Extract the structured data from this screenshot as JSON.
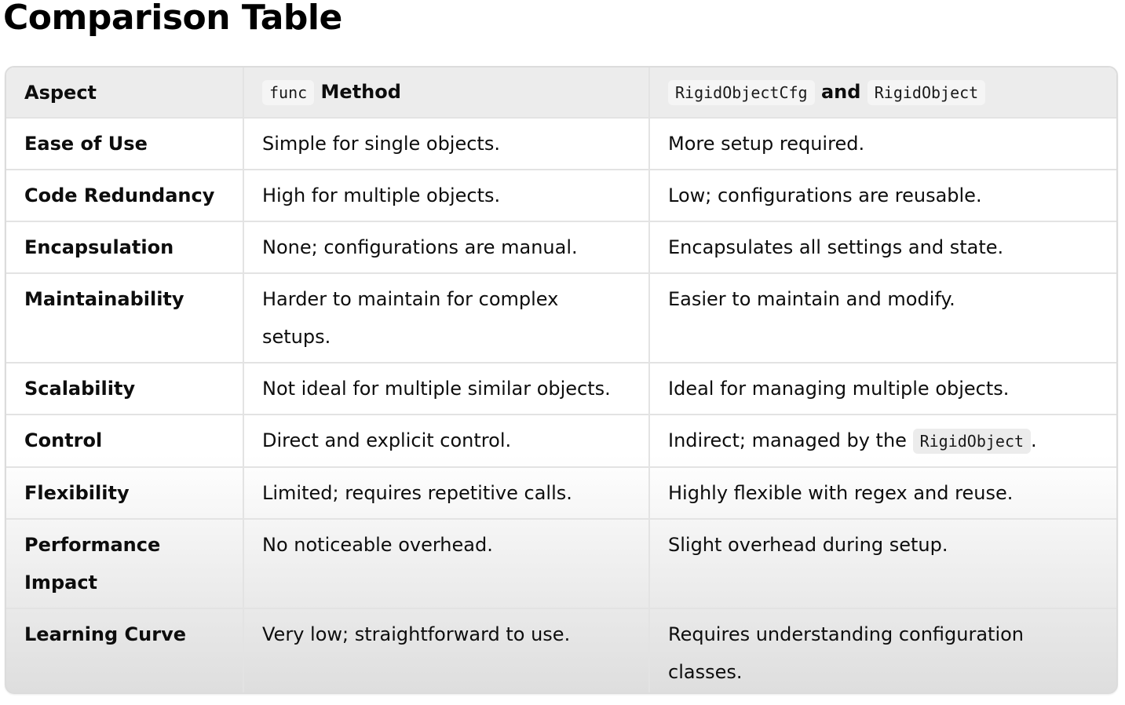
{
  "title": "Comparison Table",
  "header": {
    "aspect": "Aspect",
    "col2_code": "func",
    "col2_text": "Method",
    "col3_code1": "RigidObjectCfg",
    "col3_and": "and",
    "col3_code2": "RigidObject"
  },
  "rows": [
    {
      "aspect": "Ease of Use",
      "func": "Simple for single objects.",
      "rigid": "More setup required."
    },
    {
      "aspect": "Code Redundancy",
      "func": "High for multiple objects.",
      "rigid": "Low; configurations are reusable."
    },
    {
      "aspect": "Encapsulation",
      "func": "None; configurations are manual.",
      "rigid": "Encapsulates all settings and state."
    },
    {
      "aspect": "Maintainability",
      "func": "Harder to maintain for complex setups.",
      "rigid": "Easier to maintain and modify."
    },
    {
      "aspect": "Scalability",
      "func": "Not ideal for multiple similar objects.",
      "rigid": "Ideal for managing multiple objects."
    },
    {
      "aspect": "Control",
      "func": "Direct and explicit control.",
      "rigid_prefix": "Indirect; managed by the",
      "rigid_code": "RigidObject",
      "rigid_suffix": "."
    },
    {
      "aspect": "Flexibility",
      "func": "Limited; requires repetitive calls.",
      "rigid": "Highly flexible with regex and reuse."
    },
    {
      "aspect": "Performance Impact",
      "func": "No noticeable overhead.",
      "rigid": "Slight overhead during setup."
    },
    {
      "aspect": "Learning Curve",
      "func": "Very low; straightforward to use.",
      "rigid": "Requires understanding configuration classes."
    }
  ]
}
